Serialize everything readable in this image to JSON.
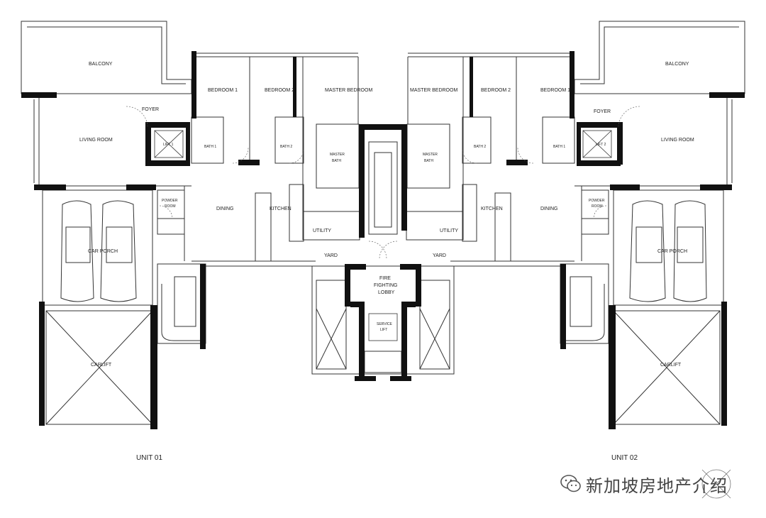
{
  "plan": {
    "units": [
      "UNIT 01",
      "UNIT 02"
    ],
    "left": {
      "balcony": "BALCONY",
      "living": "LIVING ROOM",
      "foyer": "FOYER",
      "lift": "LIFT 1",
      "bedroom1": "BEDROOM 1",
      "bedroom2": "BEDROOM 2",
      "bath1": "BATH 1",
      "bath2": "BATH 2",
      "master_bedroom": "MASTER BEDROOM",
      "master_bath": [
        "MASTER",
        "BATH"
      ],
      "powder": [
        "POWDER",
        "ROOM"
      ],
      "dining": "DINING",
      "kitchen": "KITCHEN",
      "utility": "UTILITY",
      "yard": "YARD",
      "car_porch": "CAR PORCH",
      "carlift": "CARLIFT"
    },
    "right": {
      "balcony": "BALCONY",
      "living": "LIVING ROOM",
      "foyer": "FOYER",
      "lift": "LIFT 2",
      "bedroom1": "BEDROOM 1",
      "bedroom2": "BEDROOM 2",
      "bath1": "BATH 1",
      "bath2": "BATH 2",
      "master_bedroom": "MASTER BEDROOM",
      "master_bath": [
        "MASTER",
        "BATH"
      ],
      "powder": [
        "POWDER",
        "ROOM"
      ],
      "dining": "DINING",
      "kitchen": "KITCHEN",
      "utility": "UTILITY",
      "yard": "YARD",
      "car_porch": "CAR PORCH",
      "carlift": "CARLIFT"
    },
    "core": {
      "fire_lobby": [
        "FIRE",
        "FIGHTING",
        "LOBBY"
      ],
      "service_lift": [
        "SERVICE",
        "LIFT"
      ]
    }
  },
  "watermark": {
    "text": "新加坡房地产介绍",
    "icon": "wechat-icon"
  }
}
